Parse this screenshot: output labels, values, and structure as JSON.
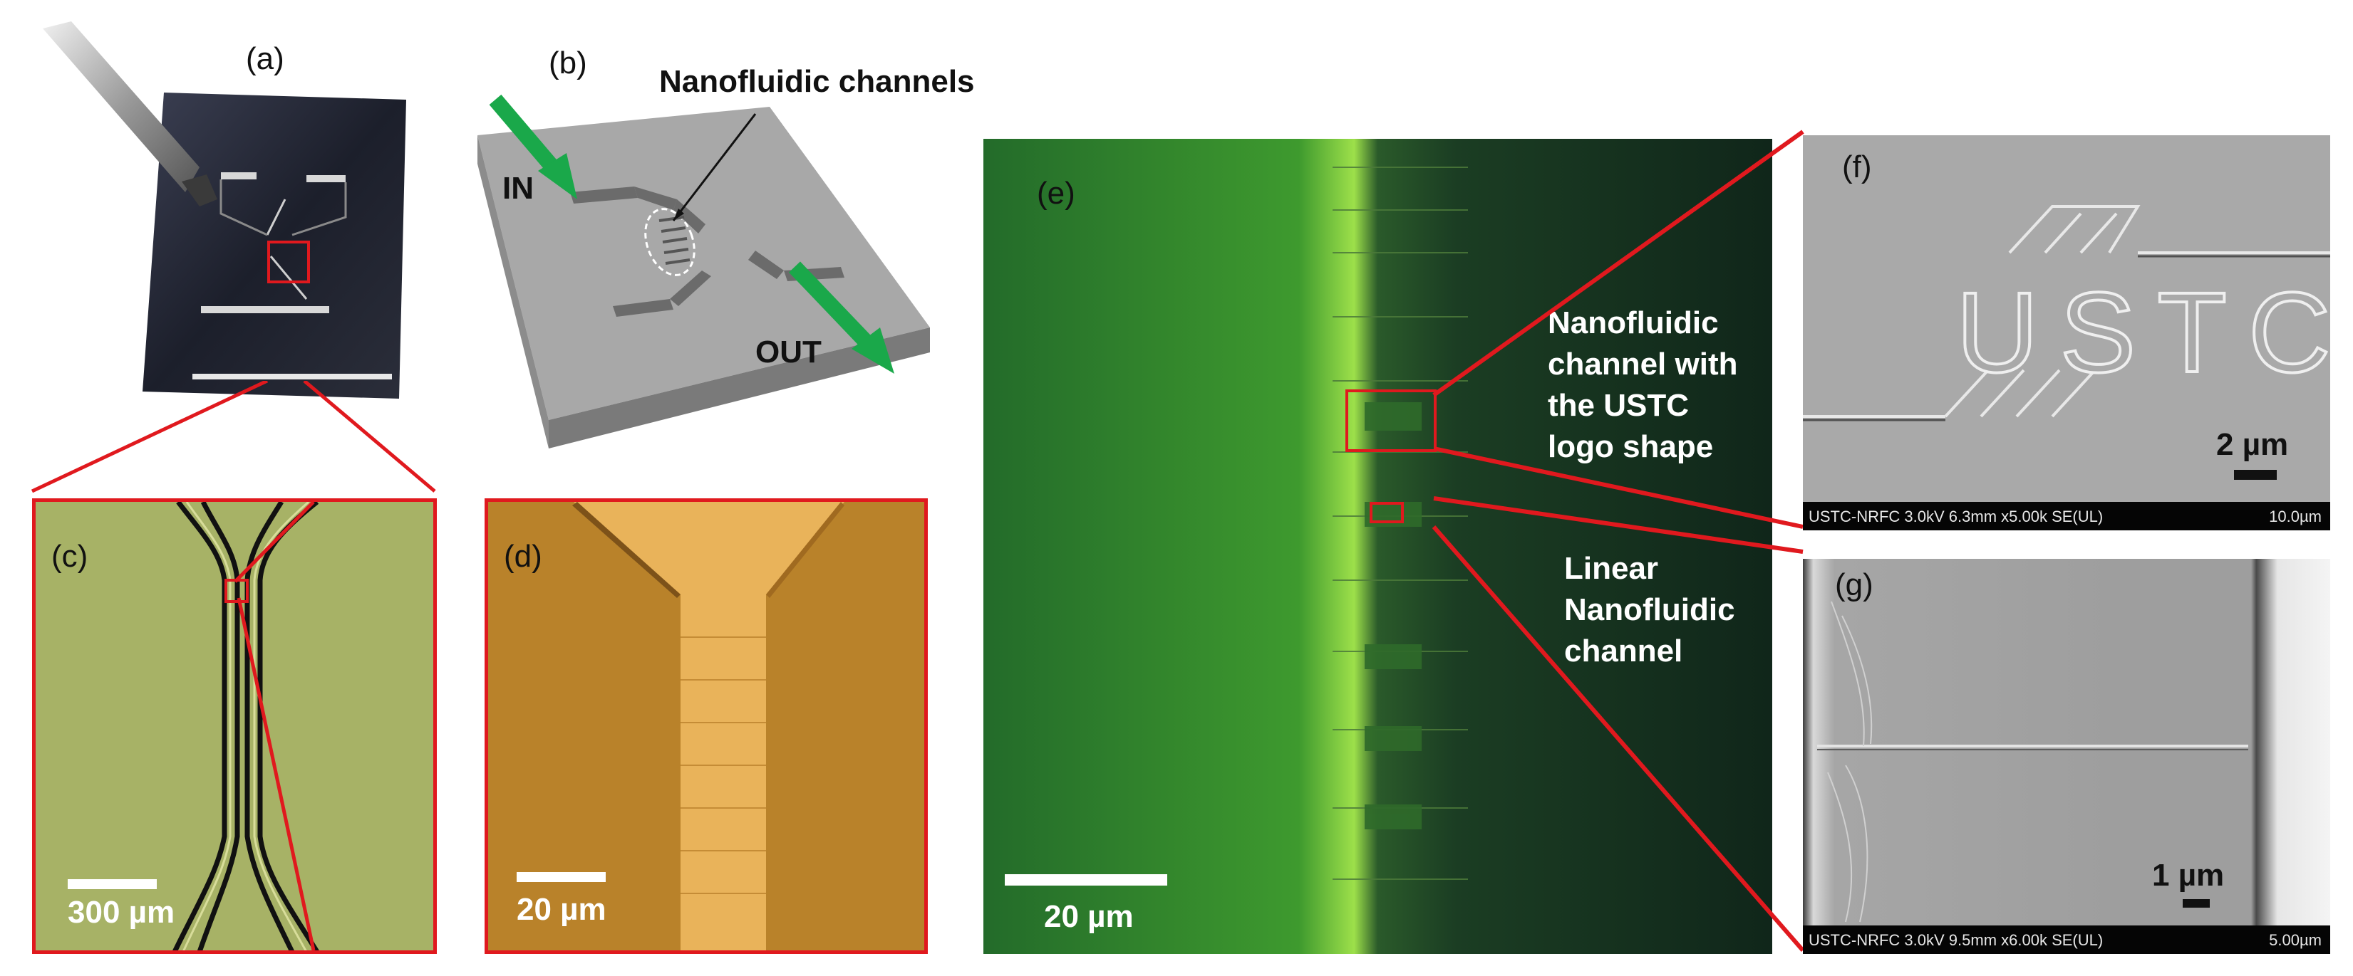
{
  "panels": {
    "a": {
      "label": "(a)"
    },
    "b": {
      "label": "(b)",
      "title": "Nanofluidic channels",
      "in_label": "IN",
      "out_label": "OUT"
    },
    "c": {
      "label": "(c)",
      "scale": "300 µm"
    },
    "d": {
      "label": "(d)",
      "scale": "20 µm"
    },
    "e": {
      "label": "(e)",
      "scale": "20 µm",
      "annotation_logo": [
        "Nanofluidic",
        "channel with",
        "the USTC",
        "logo shape"
      ],
      "annotation_linear": [
        "Linear",
        "Nanofluidic",
        "channel"
      ]
    },
    "f": {
      "label": "(f)",
      "scale": "2 µm",
      "logo_text": "USTC",
      "sem_info": "USTC-NRFC 3.0kV 6.3mm x5.00k SE(UL)",
      "sem_scale": "10.0µm"
    },
    "g": {
      "label": "(g)",
      "scale": "1 µm",
      "sem_info": "USTC-NRFC 3.0kV 9.5mm x6.00k SE(UL)",
      "sem_scale": "5.00µm"
    }
  },
  "colors": {
    "callout": "#e0191e",
    "arrow": "#1aa84a",
    "micro_green": "#a7b266",
    "micro_gold": "#c8912c",
    "fluor_bg": "#0f2a1a",
    "sem_gray": "#a9a9a9"
  },
  "icons": {
    "tweezers": "tweezers-icon",
    "flow_arrow": "arrow-icon"
  }
}
